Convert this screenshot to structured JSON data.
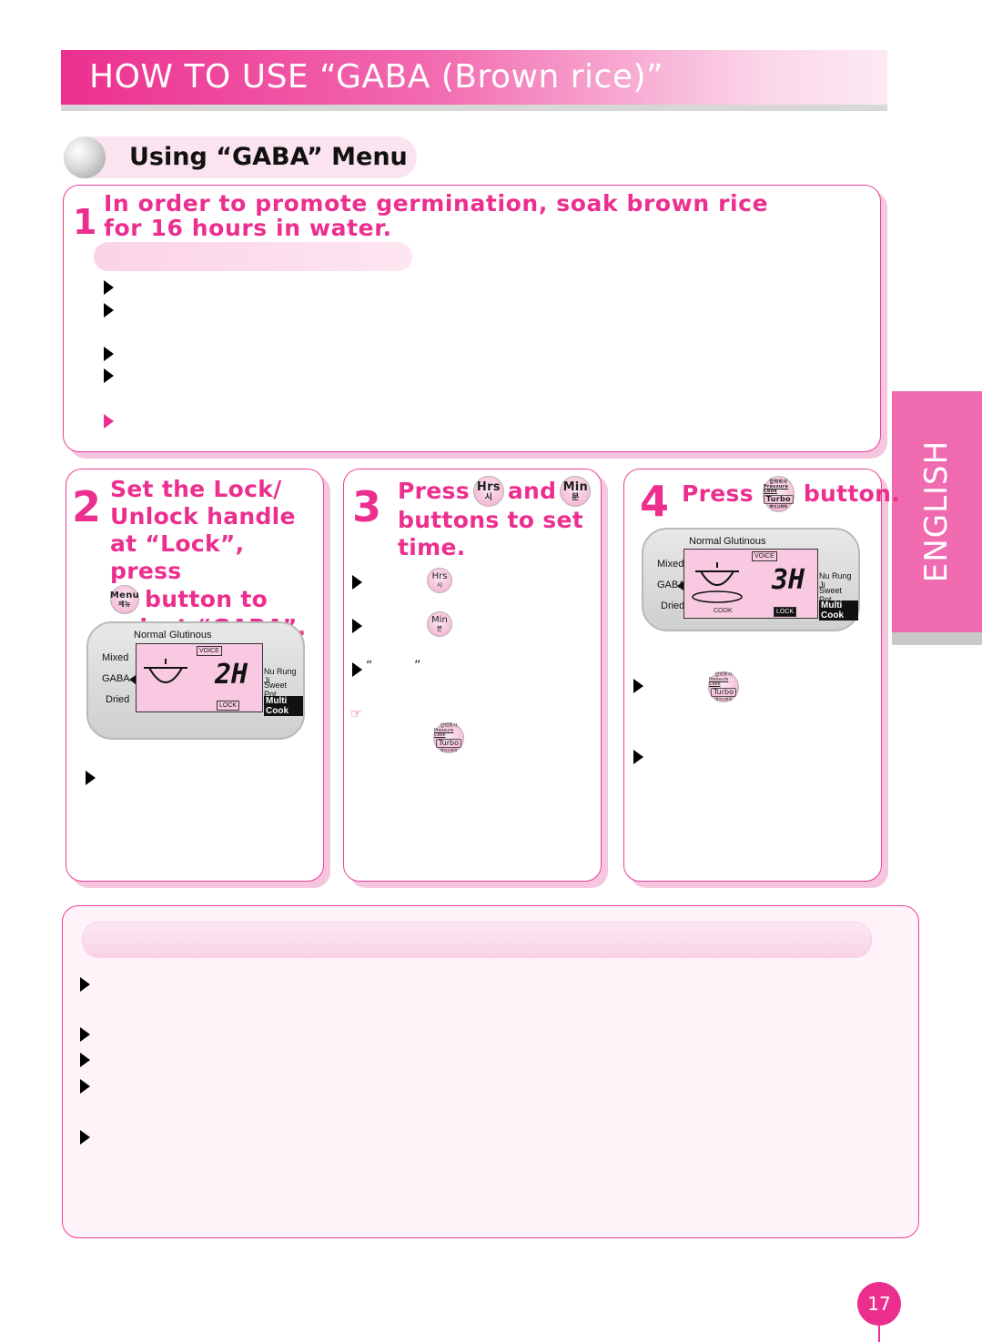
{
  "header": {
    "title": "HOW  TO  USE  “GABA  (Brown  rice)”"
  },
  "section": {
    "title": "Using  “GABA”  Menu"
  },
  "step1": {
    "number": "1",
    "text": "In order to promote germination, soak brown rice for 16 hours in water."
  },
  "step2": {
    "number": "2",
    "line1": "Set the Lock/",
    "line2": "Unlock handle",
    "line3": "at “Lock”, press",
    "line4": "button to",
    "line5": "select “GABA”.",
    "menu_button": {
      "a": "Menu",
      "b": "메뉴"
    }
  },
  "step3": {
    "number": "3",
    "press": "Press",
    "and": "and",
    "line2": "buttons to set",
    "line3": "time.",
    "hrs_button": {
      "a": "Hrs",
      "b": "시"
    },
    "min_button": {
      "a": "Min",
      "b": "분"
    },
    "quote_open": "“",
    "quote_close": "”",
    "note_icon": "☞"
  },
  "step4": {
    "number": "4",
    "press": "Press",
    "button_word": "button."
  },
  "turbo_button": {
    "t1": "압력취사",
    "t2": "Pressure Cook",
    "t3": "Turbo",
    "t4": "백미고화력"
  },
  "lcd": {
    "normal": "Normal",
    "glutinous": "Glutinous",
    "mixed": "Mixed",
    "gaba": "GABA",
    "dried": "Dried",
    "voice": "VOICE",
    "lock": "LOCK",
    "cook": "COOK",
    "nurungji": "Nu Rung Ji",
    "sweetpot": "Sweet Pot.",
    "multicook": "Multi Cook",
    "time_step2": "2H",
    "time_step4": "3H"
  },
  "english_tab": "ENGLISH",
  "page_number": "17",
  "colors": {
    "accent": "#ec2f8f",
    "tab": "#f06ab0"
  }
}
